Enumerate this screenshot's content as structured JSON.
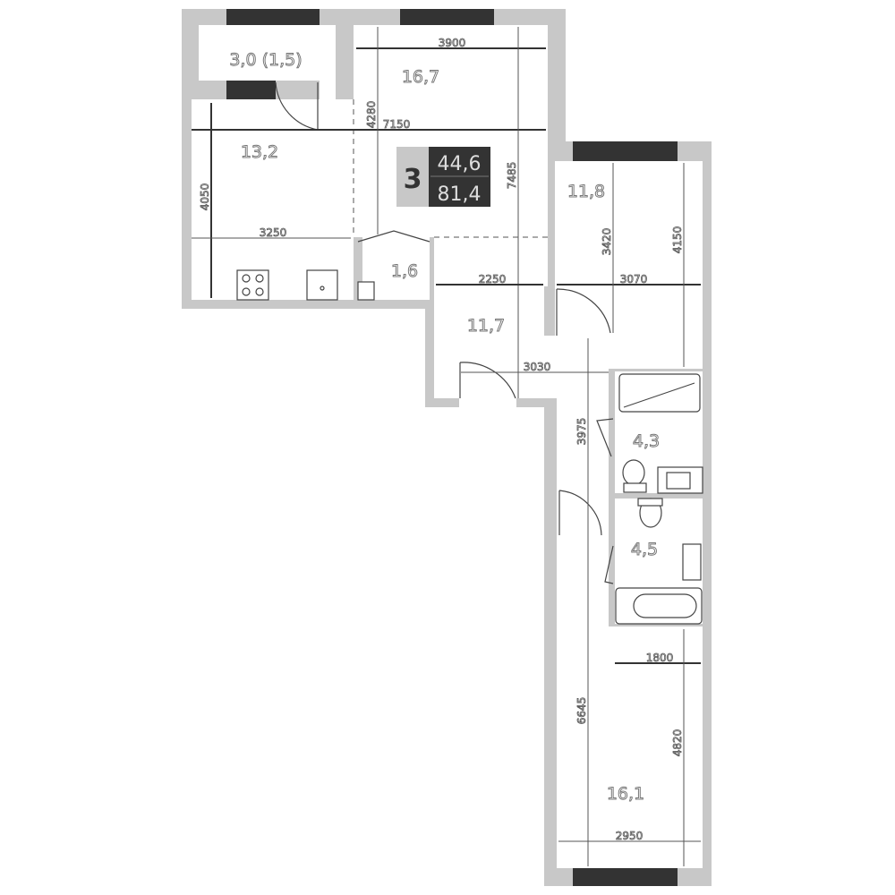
{
  "summary": {
    "rooms": "3",
    "living_area": "44,6",
    "total_area": "81,4"
  },
  "rooms": {
    "balcony": "3,0 (1,5)",
    "living": "16,7",
    "kitchen": "13,2",
    "storage": "1,6",
    "hall": "11,7",
    "bedroom1": "11,8",
    "bath1": "4,3",
    "bath2": "4,5",
    "bedroom2": "16,1"
  },
  "dimensions": {
    "d3900": "3900",
    "d7150": "7150",
    "d4280": "4280",
    "d7485": "7485",
    "d4050": "4050",
    "d3250": "3250",
    "d2250": "2250",
    "d3420": "3420",
    "d3070": "3070",
    "d4150": "4150",
    "d3030": "3030",
    "d3975": "3975",
    "d1800": "1800",
    "d6645": "6645",
    "d4820": "4820",
    "d2950": "2950"
  },
  "colors": {
    "wall": "#c8c8c8",
    "window": "#333333",
    "badge_light": "#c8c8c8",
    "badge_dark": "#333333"
  }
}
